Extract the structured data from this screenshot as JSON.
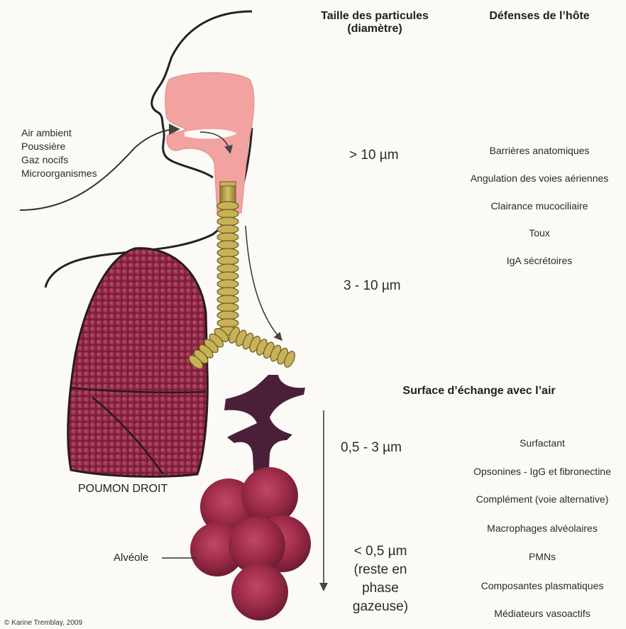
{
  "headers": {
    "size_title_line1": "Taille des particules",
    "size_title_line2": "(diamètre)",
    "defense_title": "Défenses de l’hôte",
    "exchange_title": "Surface d’échange avec l’air"
  },
  "air_inputs": [
    "Air ambient",
    "Poussière",
    "Gaz nocifs",
    "Microorganismes"
  ],
  "sizes": {
    "upper": "> 10 µm",
    "middle": "3 - 10 µm",
    "lower": "0,5 - 3 µm",
    "smallest": "< 0,5 µm",
    "smallest_note_line1": "(reste en",
    "smallest_note_line2": "phase",
    "smallest_note_line3": "gazeuse)"
  },
  "upper_defenses": [
    "Barrières anatomiques",
    "Angulation des voies aériennes",
    "Clairance mucociliaire",
    "Toux",
    "IgA sécrétoires"
  ],
  "lower_defenses": [
    "Surfactant",
    "Opsonines - IgG et fibronectine",
    "Complément (voie alternative)",
    "Macrophages alvéolaires",
    "PMNs",
    "Composantes plasmatiques",
    "Médiateurs vasoactifs"
  ],
  "labels": {
    "lung": "POUMON DROIT",
    "alveole": "Alvéole",
    "copyright": "© Karine Tremblay, 2009"
  },
  "colors": {
    "nasal_cavity": "#f2a3a0",
    "trachea": "#b8a04a",
    "lung": "#8f2745",
    "alveoli": "#9b2a46",
    "bronchiole": "#4a2038"
  }
}
